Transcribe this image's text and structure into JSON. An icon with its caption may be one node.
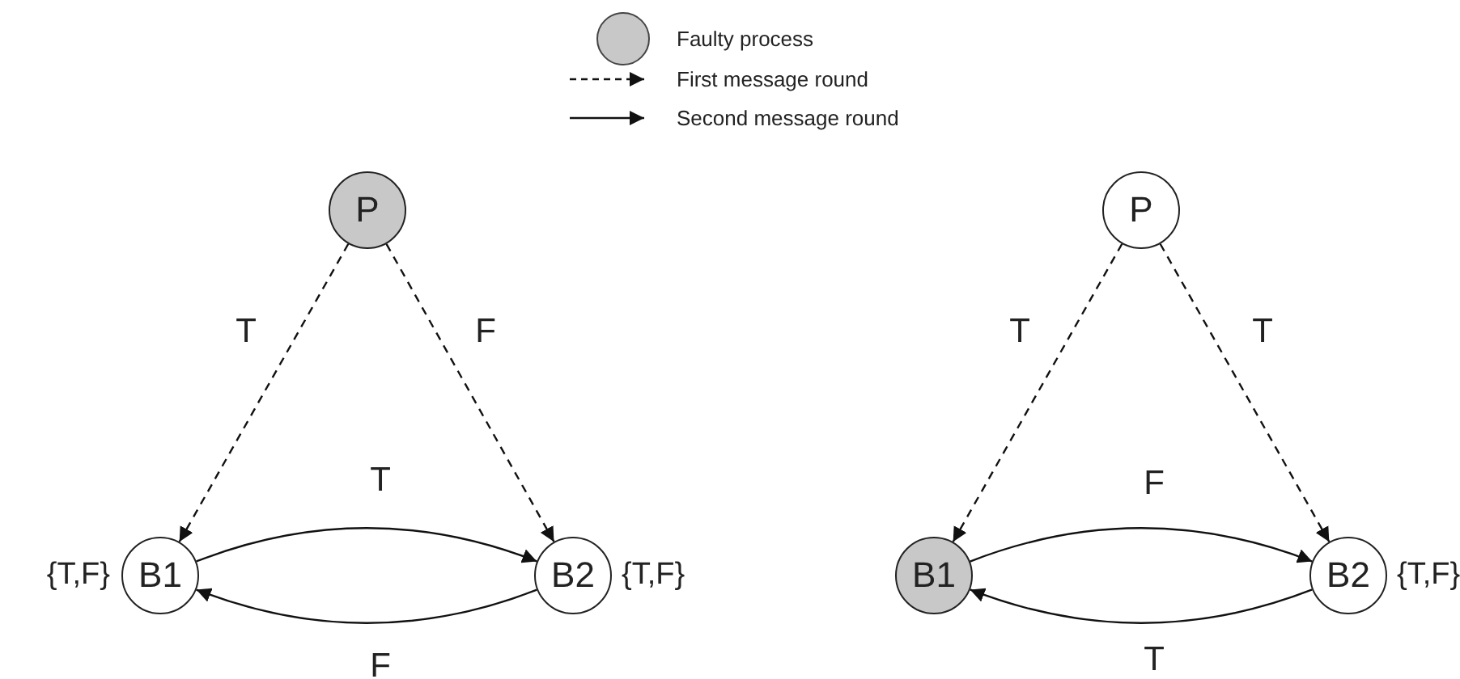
{
  "diagram": {
    "nodes": [
      {
        "text": [
          "P"
        ]
      },
      {
        "text": [
          "B1"
        ],
        "beside": [
          "{T,F}"
        ]
      },
      {
        "text": [
          "B2"
        ],
        "beside": [
          "{T,F}"
        ]
      },
      {
        "text": [
          "P"
        ]
      },
      {
        "text": [
          "B1"
        ]
      },
      {
        "text": [
          "B2"
        ],
        "beside": [
          "{T,F}"
        ]
      }
    ],
    "edges": [
      {
        "from": 0,
        "to": 1,
        "arrow": "to",
        "label": "T",
        "style": "dashed"
      },
      {
        "from": 0,
        "to": 2,
        "arrow": "to",
        "label": "F",
        "style": "dashed"
      },
      {
        "from": 1,
        "to": 2,
        "arrow": "to",
        "label": "T"
      },
      {
        "from": 2,
        "to": 1,
        "arrow": "to",
        "label": "F"
      },
      {
        "from": 3,
        "to": 4,
        "arrow": "to",
        "label": "T",
        "style": "dashed"
      },
      {
        "from": 3,
        "to": 5,
        "arrow": "to",
        "label": "T",
        "style": "dashed"
      },
      {
        "from": 4,
        "to": 5,
        "arrow": "to",
        "label": "F"
      },
      {
        "from": 5,
        "to": 4,
        "arrow": "to",
        "label": "T"
      }
    ],
    "legend": [
      {
        "text": "Faulty process"
      },
      {
        "text": "First message round"
      },
      {
        "text": "Second message round"
      }
    ]
  }
}
